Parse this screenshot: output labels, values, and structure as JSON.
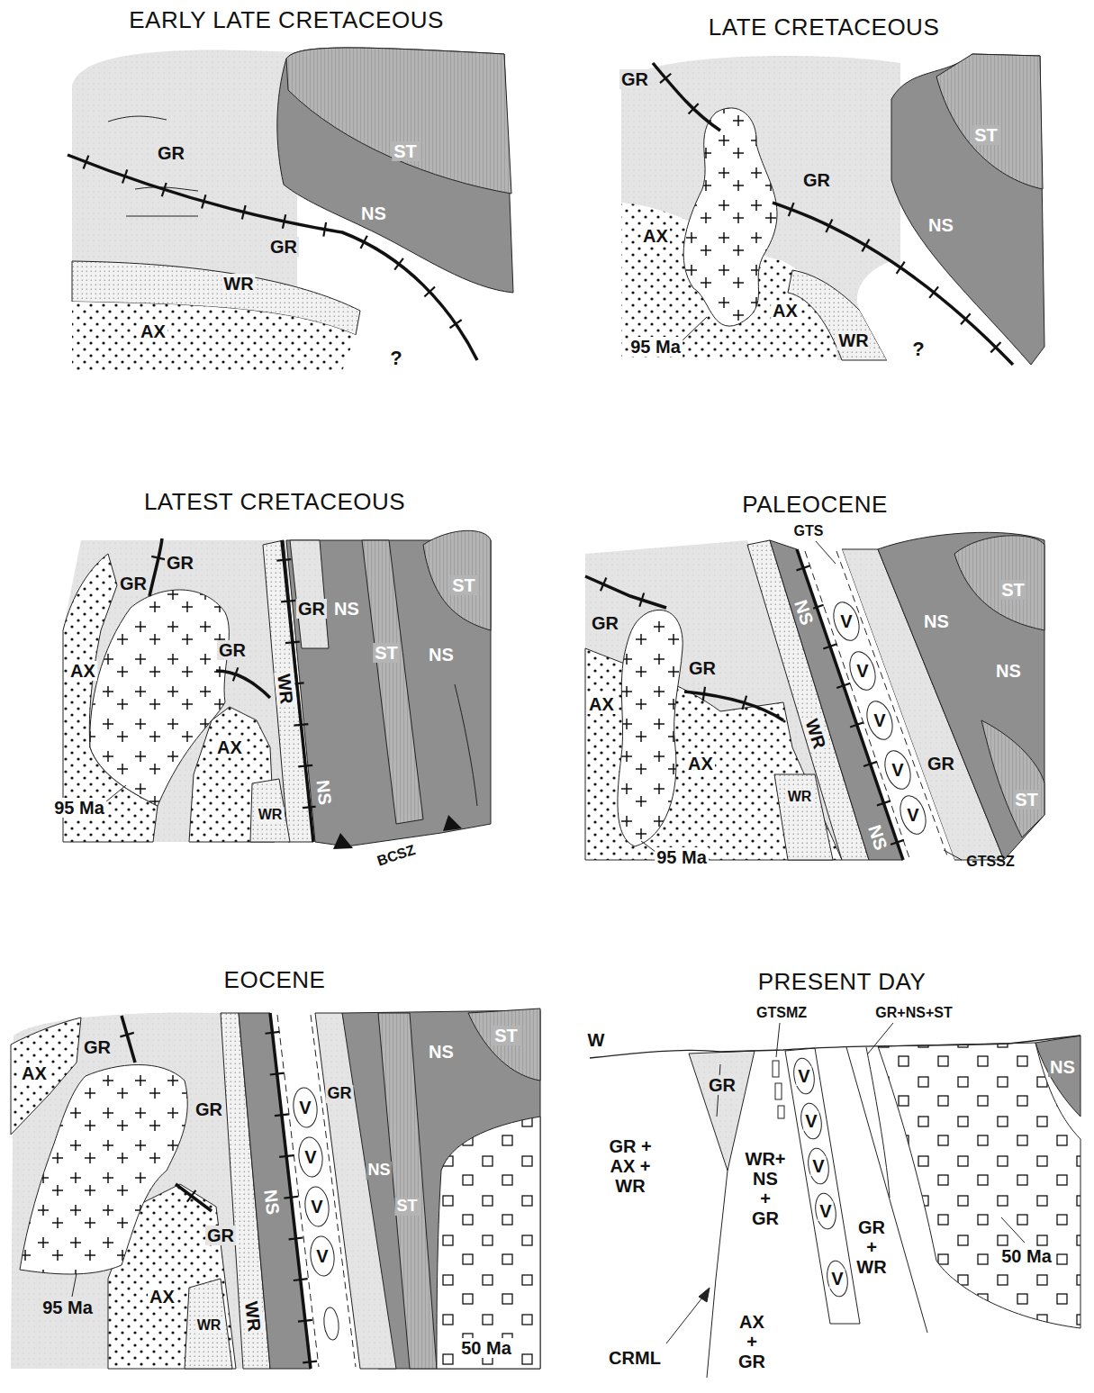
{
  "diagram": {
    "labels": [
      "EARLY LATE CRETACEOUS",
      "GR",
      "ST",
      "NS",
      "GR",
      "WR",
      "AX",
      "?",
      "LATE CRETACEOUS",
      "GR",
      "ST",
      "GR",
      "NS",
      "AX",
      "AX",
      "WR",
      "?",
      "95 Ma",
      "LATEST CRETACEOUS",
      "GR",
      "GR",
      "GR",
      "NS",
      "ST",
      "NS",
      "ST",
      "AX",
      "GR",
      "WR",
      "AX",
      "WR",
      "NS",
      "95 Ma",
      "BCSZ",
      "PALEOCENE",
      "GTS",
      "ST",
      "NS",
      "NS",
      "GR",
      "V",
      "NS",
      "GR",
      "V",
      "AX",
      "V",
      "WR",
      "V",
      "GR",
      "AX",
      "WR",
      "ST",
      "V",
      "NS",
      "95 Ma",
      "GTSSZ",
      "EOCENE",
      "AX",
      "GR",
      "ST",
      "NS",
      "GR",
      "V",
      "V",
      "V",
      "V",
      "GR",
      "NS",
      "NS",
      "ST",
      "GR",
      "AX",
      "WR",
      "WR",
      "95 Ma",
      "50 Ma",
      "PRESENT DAY",
      "W",
      "GTSMZ",
      "GR+NS+ST",
      "GR + AX + WR",
      "GR",
      "V",
      "V",
      "V",
      "WR+ NS + GR",
      "V",
      "GR + WR",
      "V",
      "NS",
      "50 Ma",
      "CRML",
      "AX + GR"
    ]
  }
}
